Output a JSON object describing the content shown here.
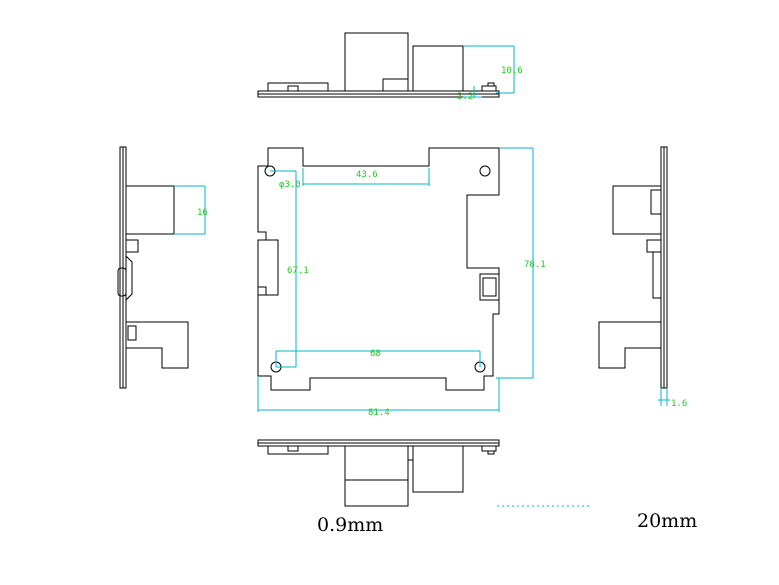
{
  "dimensions": {
    "height_top": "10.6",
    "offset_top": "3.2",
    "slot_width": "43.6",
    "hole_dia": "φ3.0",
    "height_left": "16",
    "hole_span_v": "67.1",
    "board_height": "78.1",
    "hole_span_h": "68",
    "board_width": "81.4",
    "thickness": "1.6"
  },
  "captions": {
    "left": "0.9mm",
    "right": "20mm"
  },
  "colors": {
    "outline": "#000000",
    "dimension_line": "#00b8c8",
    "dimension_text": "#18d018"
  }
}
